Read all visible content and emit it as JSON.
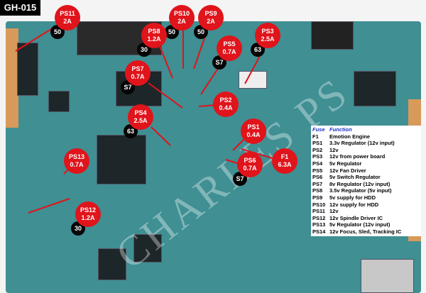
{
  "title": "GH-015",
  "watermark": "CHARLES PS",
  "fuses": [
    {
      "name": "PS11",
      "rating": "2A",
      "code": "50"
    },
    {
      "name": "PS10",
      "rating": "2A",
      "code": "50"
    },
    {
      "name": "PS9",
      "rating": "2A",
      "code": "50"
    },
    {
      "name": "PS8",
      "rating": "1.2A",
      "code": "30"
    },
    {
      "name": "PS5",
      "rating": "0.7A",
      "code": "S7"
    },
    {
      "name": "PS3",
      "rating": "2.5A",
      "code": "63"
    },
    {
      "name": "PS7",
      "rating": "0.7A",
      "code": "S7"
    },
    {
      "name": "PS2",
      "rating": "0.4A",
      "code": ""
    },
    {
      "name": "PS4",
      "rating": "2.5A",
      "code": "63"
    },
    {
      "name": "PS1",
      "rating": "0.4A",
      "code": ""
    },
    {
      "name": "F1",
      "rating": "6.3A",
      "code": ""
    },
    {
      "name": "PS6",
      "rating": "0.7A",
      "code": "S7"
    },
    {
      "name": "PS13",
      "rating": "0.7A",
      "code": ""
    },
    {
      "name": "PS12",
      "rating": "1.2A",
      "code": "30"
    }
  ],
  "legend": {
    "header": [
      "Fuse",
      "Function"
    ],
    "rows": [
      [
        "F1",
        "Emotion Engine"
      ],
      [
        "PS1",
        "3.3v Regulator (12v input)"
      ],
      [
        "PS2",
        "12v"
      ],
      [
        "PS3",
        "12v from power board"
      ],
      [
        "PS4",
        "5v Regulator"
      ],
      [
        "PS5",
        "12v Fan Driver"
      ],
      [
        "PS6",
        "5v Switch Regulator"
      ],
      [
        "PS7",
        "8v Regulator (12v input)"
      ],
      [
        "PS8",
        "3.5v Regulator (5v input)"
      ],
      [
        "PS9",
        "5v supply for HDD"
      ],
      [
        "PS10",
        "12v supply for HDD"
      ],
      [
        "PS11",
        "12v"
      ],
      [
        "PS12",
        "12v Spindle Driver IC"
      ],
      [
        "PS13",
        "5v Regulator (12v input)"
      ],
      [
        "PS14",
        "12v Focus, Sled, Tracking IC"
      ]
    ]
  }
}
